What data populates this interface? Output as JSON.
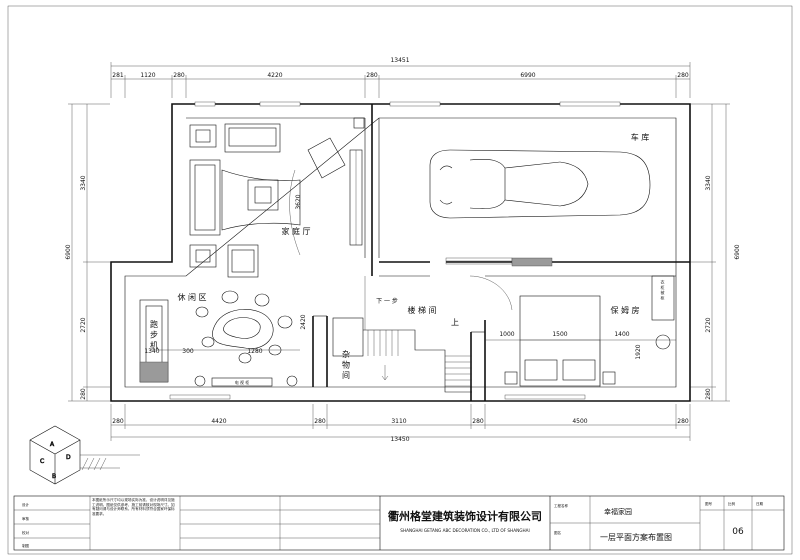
{
  "dimensions": {
    "top_total": "13451",
    "top_segments": [
      "281",
      "1120",
      "280",
      "4220",
      "280",
      "6990",
      "280"
    ],
    "bottom_segments": [
      "280",
      "4420",
      "280",
      "3110",
      "280",
      "4500",
      "280"
    ],
    "bottom_total": "13450",
    "left_segments": [
      "3340",
      "2720",
      "280"
    ],
    "left_total": "6900",
    "right_segments": [
      "3340",
      "2720",
      "280"
    ],
    "right_total": "6900",
    "interior": {
      "living_depth": "3620",
      "stair_depth": "2420",
      "leisure_1": "1340",
      "leisure_2": "300",
      "leisure_3": "1280",
      "bedroom_1": "1000",
      "bedroom_2": "1500",
      "bedroom_3": "1400",
      "bedroom_depth": "1920"
    }
  },
  "rooms": {
    "garage": "车 库",
    "family_room": "家 庭 厅",
    "leisure_area": "休 闲 区",
    "stairwell": "楼 梯 间",
    "nanny_room": "保 姆 房",
    "storage": "杂 物 间",
    "treadmill": "跑 步 机",
    "down_step": "下 一 步",
    "up": "上",
    "cabinet": "衣 柜 被 柜",
    "tv_cabinet": "电 视 柜"
  },
  "notes_text": "本图纸所示尺寸均以现场实际为准，设计说明详见施工说明。图纸仅供参考，施工前请核对现场尺寸。如有疑问请与设计师联系。所有材料须符合国家环保标准要求。",
  "title_block": {
    "company_cn": "衢州格堂建筑装饰设计有限公司",
    "company_en": "SHANGHAI GETANG ABC DECORATION CO., LTD OF SHANGHAI",
    "project": "幸福家园",
    "drawing_title": "一层平面方案布置图",
    "sheet_no": "06",
    "small_labels": [
      "设计",
      "审核",
      "校对",
      "制图",
      "图号",
      "比例",
      "日期",
      "工程名称",
      "图名"
    ]
  },
  "compass": {
    "letters": [
      "A",
      "B",
      "C",
      "D"
    ]
  }
}
